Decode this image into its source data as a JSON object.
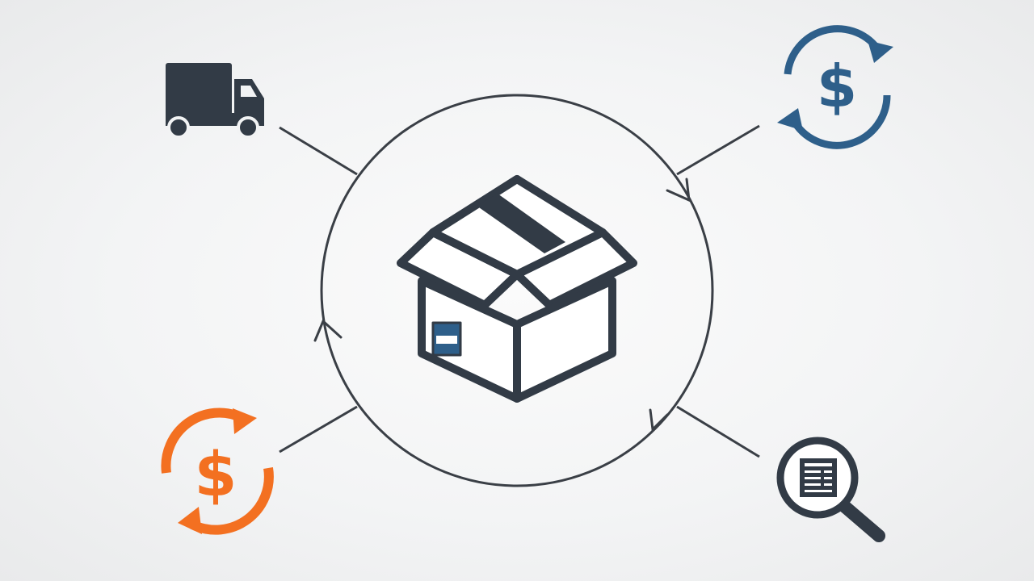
{
  "diagram": {
    "colors": {
      "dark": "#323b46",
      "blue": "#2e5f8a",
      "orange": "#f37021",
      "line": "#3a3f46",
      "label_blue": "#2e5f8a"
    },
    "center": {
      "icon": "open-box-icon"
    },
    "nodes": [
      {
        "id": "delivery",
        "icon": "truck-icon"
      },
      {
        "id": "payment-in",
        "icon": "dollar-cycle-icon",
        "color": "blue"
      },
      {
        "id": "payment-out",
        "icon": "dollar-cycle-icon",
        "color": "orange"
      },
      {
        "id": "inspection",
        "icon": "magnifier-document-icon"
      }
    ],
    "cycle": {
      "direction": "clockwise",
      "arrow_count": 3
    }
  }
}
